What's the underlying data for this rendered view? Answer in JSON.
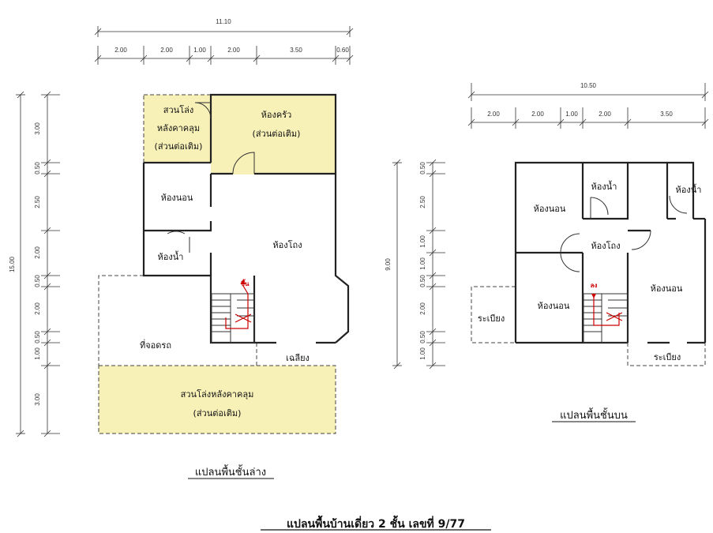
{
  "lower": {
    "top_total": "11.10",
    "top_segments": [
      "2.00",
      "2.00",
      "1.00",
      "2.00",
      "3.50",
      "0.60"
    ],
    "left_total": "15.00",
    "left_segments": [
      "3.00",
      "0.50",
      "2.50",
      "2.00",
      "0.50",
      "2.00",
      "0.50",
      "1.00",
      "3.00"
    ],
    "rooms": {
      "garden_top_1": "สวนโล่ง",
      "garden_top_2": "หลังคาคลุม",
      "garden_top_3": "(ส่วนต่อเติม)",
      "kitchen_1": "ห้องครัว",
      "kitchen_2": "(ส่วนต่อเติม)",
      "bedroom": "ห้องนอน",
      "hall": "ห้องโถง",
      "bathroom": "ห้องน้ำ",
      "stair_up": "ขึ้น",
      "parking": "ที่จอดรถ",
      "porch": "เฉลียง",
      "garden_bottom_1": "สวนโล่งหลังคาคลุม",
      "garden_bottom_2": "(ส่วนต่อเติม)"
    },
    "title": "แปลนพื้นชั้นล่าง"
  },
  "upper": {
    "top_total": "10.50",
    "top_segments": [
      "2.00",
      "2.00",
      "1.00",
      "2.00",
      "3.50"
    ],
    "left_total": "9.00",
    "left_segments": [
      "0.50",
      "2.50",
      "1.00",
      "1.00",
      "0.50",
      "2.00",
      "0.50",
      "1.00"
    ],
    "rooms": {
      "bedroom_1": "ห้องนอน",
      "bathroom_1": "ห้องน้ำ",
      "bathroom_2": "ห้องน้ำ",
      "hall": "ห้องโถง",
      "bedroom_2": "ห้องนอน",
      "bedroom_3": "ห้องนอน",
      "stair_down": "ลง",
      "balcony_1": "ระเบียง",
      "balcony_2": "ระเบียง"
    },
    "title": "แปลนพื้นชั้นบน"
  },
  "main_title": "แปลนพื้นบ้านเดี่ยว 2 ชั้น เลขที่ 9/77"
}
